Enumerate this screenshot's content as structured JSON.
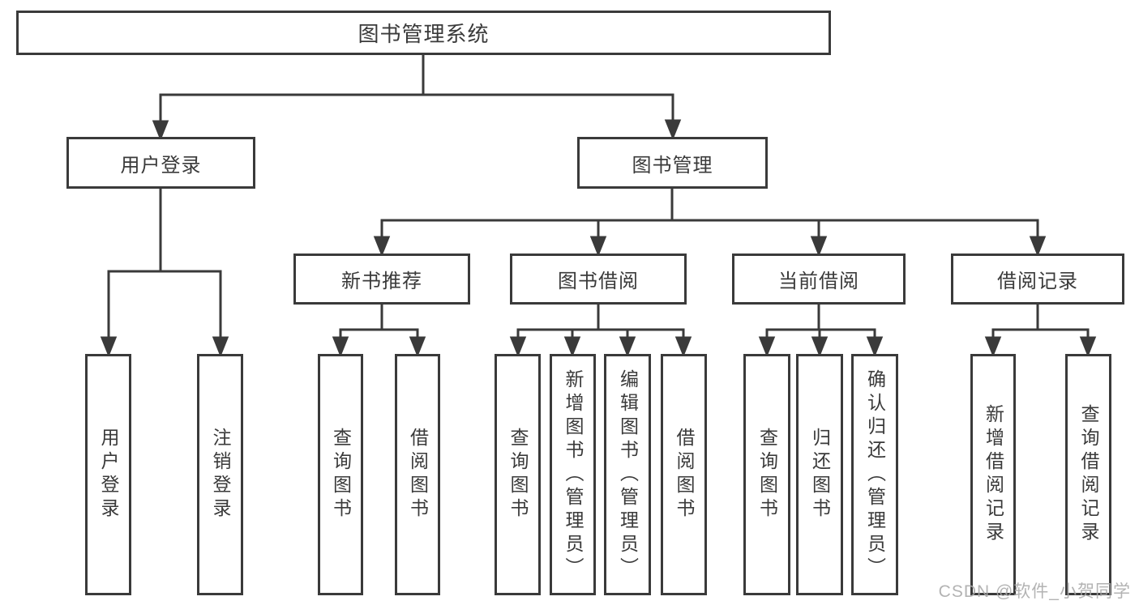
{
  "colors": {
    "line": "#3a3a3a",
    "text": "#3a3a3a",
    "watermark": "#a8a8a8",
    "background": "#ffffff"
  },
  "watermark": {
    "text": "CSDN @软件_小贺同学"
  },
  "tree": {
    "root": {
      "label": "图书管理系统"
    },
    "children": [
      {
        "label": "用户登录",
        "children": [
          {
            "label": "用户登录"
          },
          {
            "label": "注销登录"
          }
        ]
      },
      {
        "label": "图书管理",
        "children": [
          {
            "label": "新书推荐",
            "children": [
              {
                "label": "查询图书"
              },
              {
                "label": "借阅图书"
              }
            ]
          },
          {
            "label": "图书借阅",
            "children": [
              {
                "label": "查询图书"
              },
              {
                "label": "新增图书（管理员）"
              },
              {
                "label": "编辑图书（管理员）"
              },
              {
                "label": "借阅图书"
              }
            ]
          },
          {
            "label": "当前借阅",
            "children": [
              {
                "label": "查询图书"
              },
              {
                "label": "归还图书"
              },
              {
                "label": "确认归还（管理员）"
              }
            ]
          },
          {
            "label": "借阅记录",
            "children": [
              {
                "label": "新增借阅记录"
              },
              {
                "label": "查询借阅记录"
              }
            ]
          }
        ]
      }
    ]
  }
}
